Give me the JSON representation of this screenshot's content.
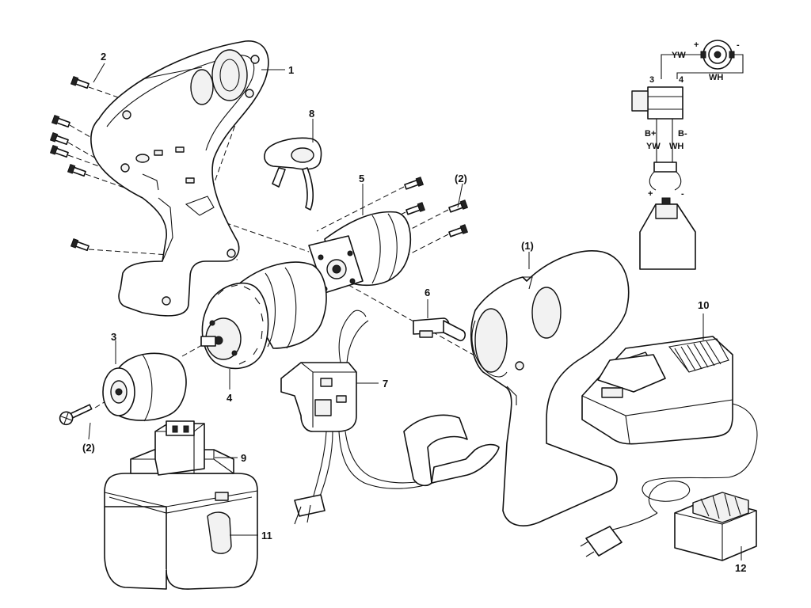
{
  "callouts": {
    "housing_half": "1",
    "screw": "2",
    "chuck": "3",
    "gearbox": "4",
    "motor": "5",
    "brush_holder": "6",
    "switch": "7",
    "direction_slider": "8",
    "battery_pack_top": "9",
    "charger": "10",
    "battery_pack": "11",
    "transformer": "12",
    "screw_qty_motor": "(2)",
    "screw_qty_chuck": "(2)",
    "housing_other_half": "(1)"
  },
  "wiring": {
    "yw_top": "YW",
    "wh_top": "WH",
    "plus_motor": "+",
    "minus_motor": "-",
    "terminal_3": "3",
    "terminal_4": "4",
    "b_plus": "B+",
    "b_minus": "B-",
    "yw_bottom": "YW",
    "wh_bottom": "WH",
    "plus_batt": "+",
    "minus_batt": "-"
  }
}
